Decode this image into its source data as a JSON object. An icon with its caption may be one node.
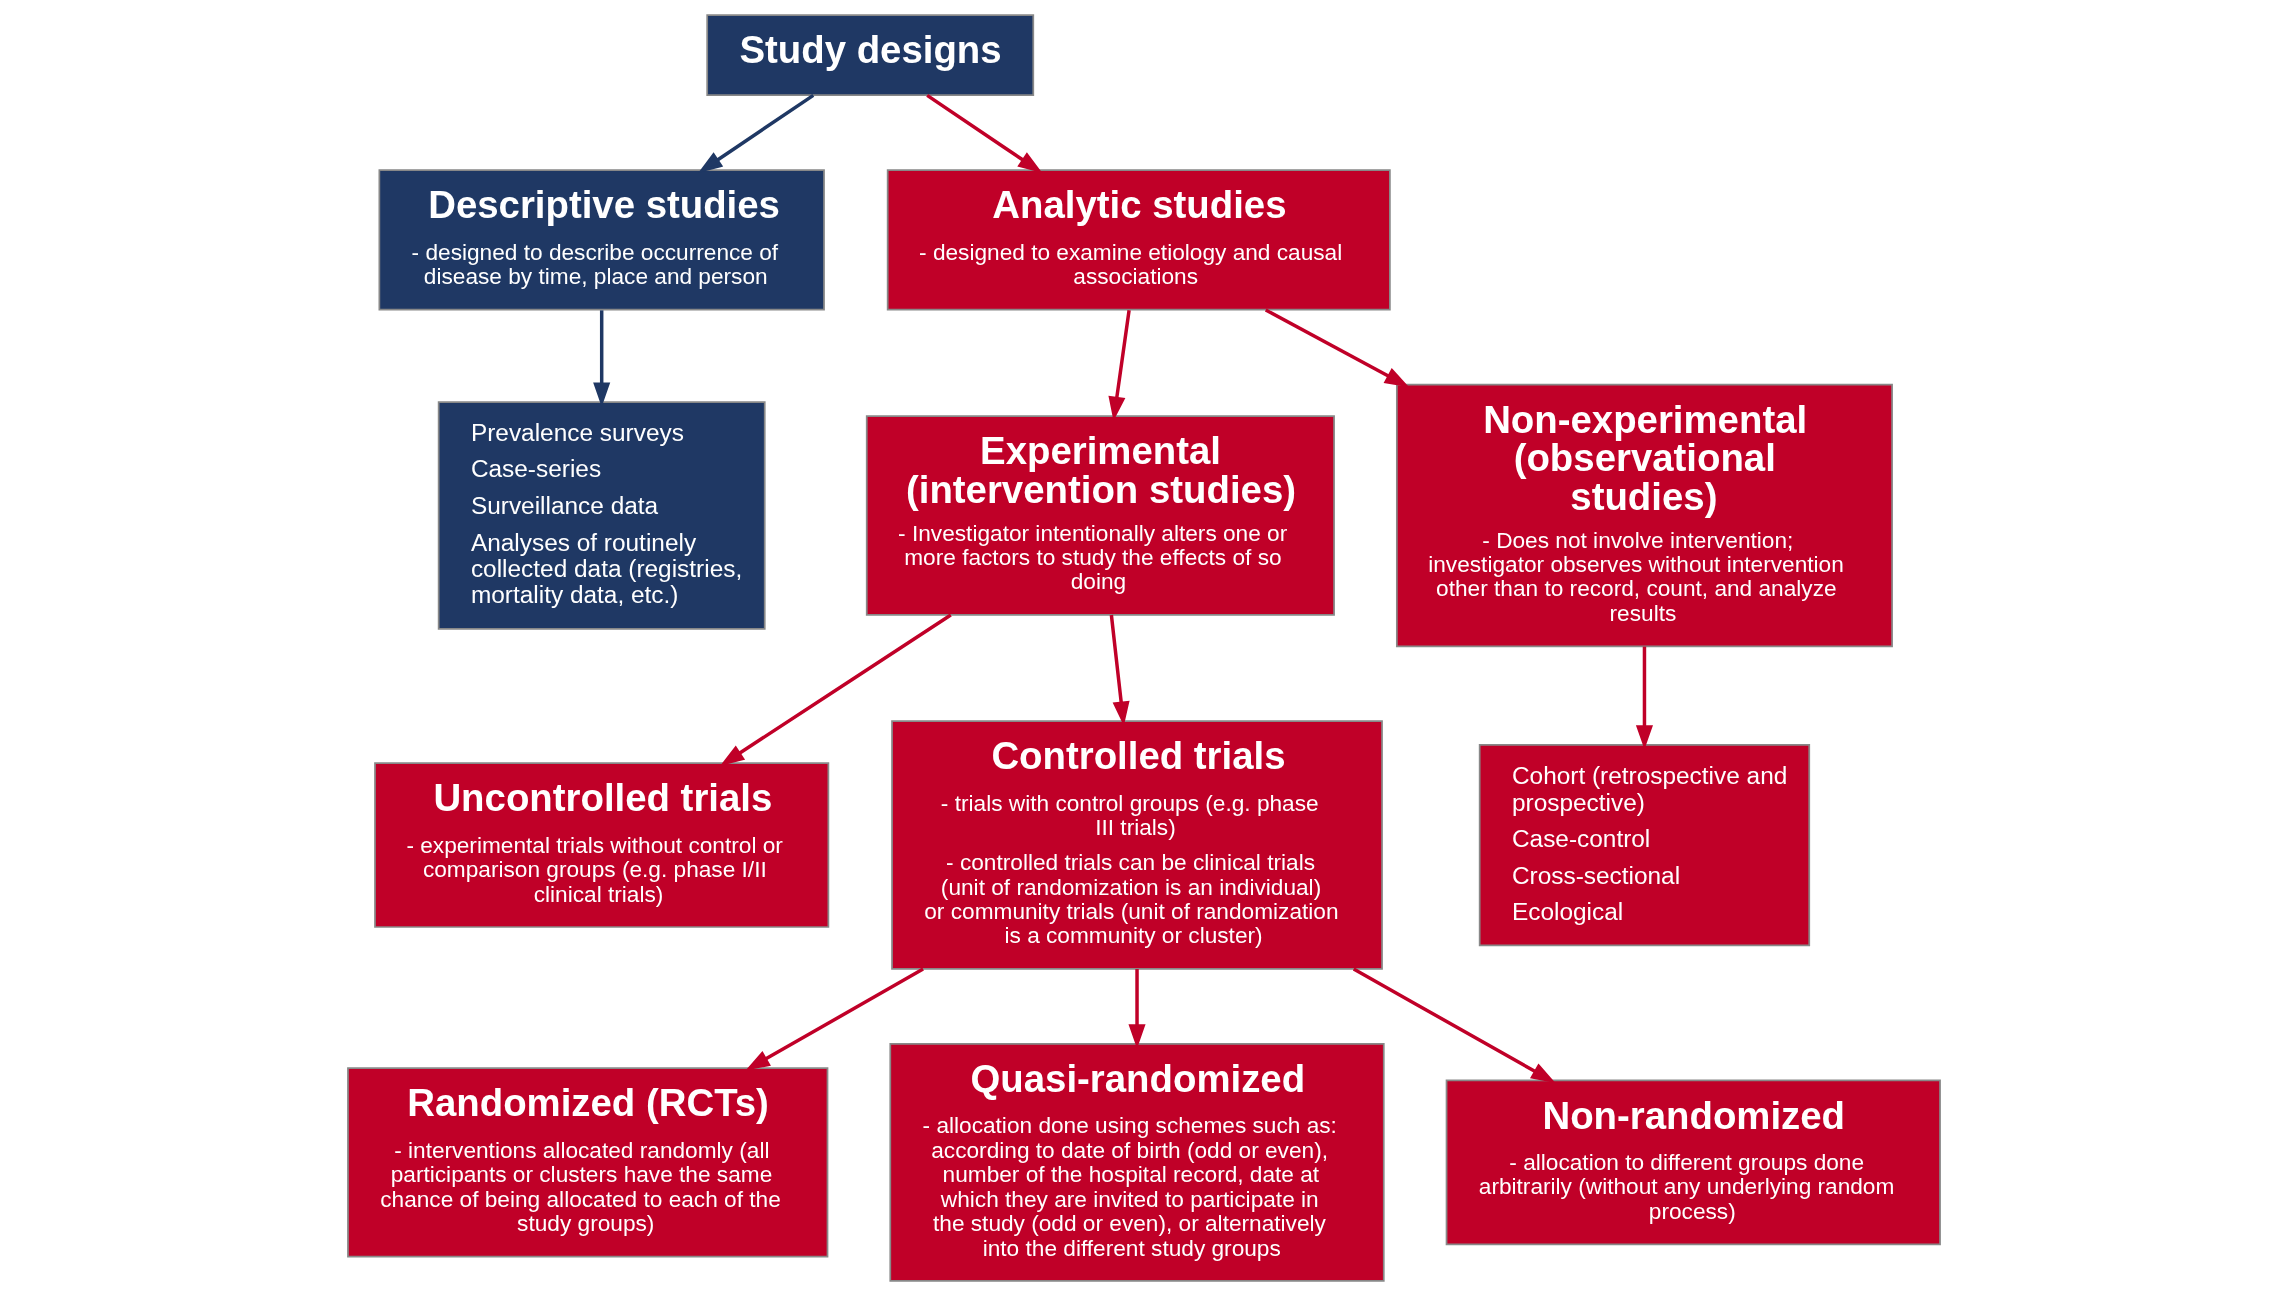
{
  "diagram": {
    "nodes": [
      {
        "text": [
          "Study designs"
        ]
      },
      {
        "text": [
          "Descriptive studies",
          "- designed to describe occurrence of disease by time, place and person"
        ]
      },
      {
        "text": [
          "Analytic studies",
          "- designed to examine etiology and causal associations"
        ]
      },
      {
        "text": [
          "Experimental (intervention studies)",
          "- Investigator intentionally alters one or more factors to study the effects of so doing"
        ]
      },
      {
        "text": [
          "Non-experimental (observational studies)",
          "- Does not involve intervention; investigator observes without intervention other than to record, count, and analyze results"
        ]
      },
      {
        "text": [
          "Uncontrolled trials",
          "- experimental trials without control or comparison groups (e.g. phase I/II clinical trials)"
        ]
      },
      {
        "text": [
          "Controlled trials",
          "- trials with control groups (e.g. phase III trials)",
          "- controlled trials can be clinical trials (unit of randomization is an individual) or community trials (unit of randomization is a community or cluster)"
        ]
      },
      {
        "text": [
          "Cohort (retrospective and prospective)",
          "Case-control",
          "Cross-sectional",
          "Ecological"
        ]
      },
      {
        "text": [
          "Prevalence surveys",
          "Case-series",
          "Surveillance data",
          "Analyses of routinely collected data (registries, mortality data, etc.)"
        ]
      },
      {
        "text": [
          "Randomized (RCTs)",
          "- interventions allocated randomly (all participants or clusters have the same chance of being allocated to each of the study groups)"
        ]
      },
      {
        "text": [
          "Quasi-randomized",
          "- allocation done using schemes such as: according to date of birth (odd or even), number of the hospital record, date at which they are invited to participate in the study (odd or even), or alternatively into the different study groups"
        ]
      },
      {
        "text": [
          "Non-randomized",
          "- allocation to different groups done arbitrarily (without any underlying random process)"
        ]
      }
    ],
    "edges": [
      {
        "from": 0,
        "to": 1,
        "arrow": "to",
        "color": "#1f3864"
      },
      {
        "from": 0,
        "to": 2,
        "arrow": "to"
      },
      {
        "from": 1,
        "to": 8,
        "arrow": "to",
        "color": "#1f3864"
      },
      {
        "from": 2,
        "to": 3,
        "arrow": "to"
      },
      {
        "from": 2,
        "to": 4,
        "arrow": "to"
      },
      {
        "from": 4,
        "to": 7,
        "arrow": "to"
      },
      {
        "from": 3,
        "to": 5,
        "arrow": "to"
      },
      {
        "from": 3,
        "to": 6,
        "arrow": "to"
      },
      {
        "from": 6,
        "to": 9,
        "arrow": "to"
      },
      {
        "from": 6,
        "to": 10,
        "arrow": "to"
      },
      {
        "from": 6,
        "to": 11,
        "arrow": "to"
      }
    ]
  }
}
